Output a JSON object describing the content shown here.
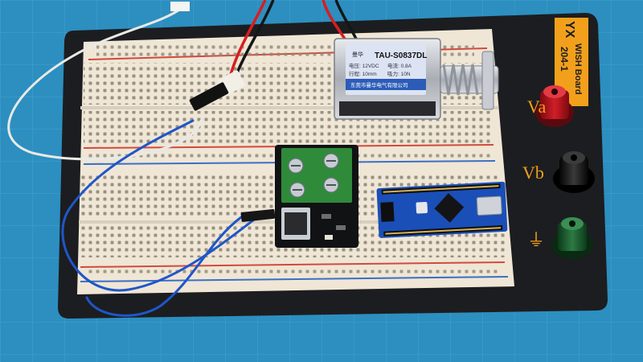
{
  "board": {
    "brand_logo": "YX",
    "brand_name": "WISH Board",
    "model_no": "204-1",
    "terminal_a": "Va",
    "terminal_b": "Vb",
    "ground_symbol": "⏚"
  },
  "solenoid": {
    "brand": "曼华",
    "model": "TAU-S0837DL",
    "spec_voltage": "电压: 12VDC",
    "spec_current": "电流: 0.8A",
    "spec_stroke": "行程: 10mm",
    "spec_force": "吸力: 10N",
    "maker": "东莞市曼华电气有限公司"
  },
  "colors": {
    "mat": "#2c8fc0",
    "board": "#1c1d20",
    "breadboard": "#efe6d6",
    "rail_red": "#d24a3c",
    "rail_blue": "#3b6fc4",
    "terminal_green": "#2f8a3a",
    "arduino_blue": "#1a4fb8",
    "post_red": "#b0121a",
    "post_black": "#0e0e0e",
    "post_green": "#17552a",
    "wire_blue": "#1f56c9",
    "wire_white": "#e9e9e6"
  }
}
